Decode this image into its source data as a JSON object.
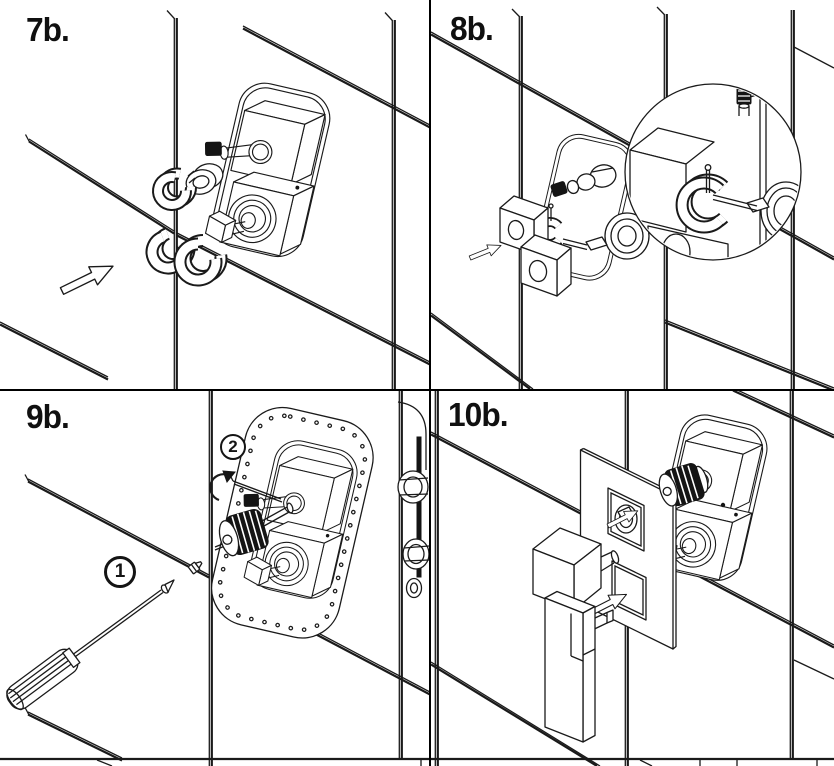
{
  "figure": {
    "background_color": "#ffffff",
    "line_color": "#1a1a1a",
    "panels": [
      {
        "id": "7b",
        "label": "7b."
      },
      {
        "id": "8b",
        "label": "8b."
      },
      {
        "id": "9b",
        "label": "9b."
      },
      {
        "id": "10b",
        "label": "10b."
      }
    ],
    "callouts": [
      {
        "id": "1",
        "label": "1"
      },
      {
        "id": "2",
        "label": "2"
      }
    ]
  }
}
